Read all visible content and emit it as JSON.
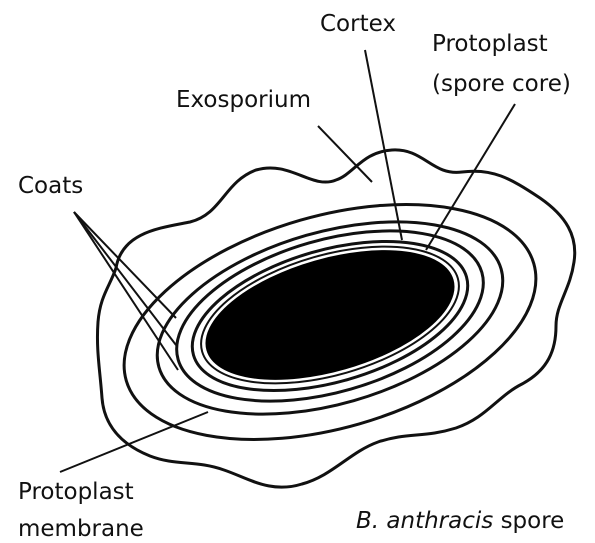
{
  "labels": {
    "cortex": "Cortex",
    "protoplast_line1": "Protoplast",
    "protoplast_line2": "(spore core)",
    "exosporium": "Exosporium",
    "coats": "Coats",
    "membrane_line1": "Protoplast",
    "membrane_line2": "membrane",
    "caption_species": "B. anthracis",
    "caption_word": "spore"
  },
  "colors": {
    "ink": "#111111",
    "core": "#000000",
    "background": "#ffffff"
  }
}
